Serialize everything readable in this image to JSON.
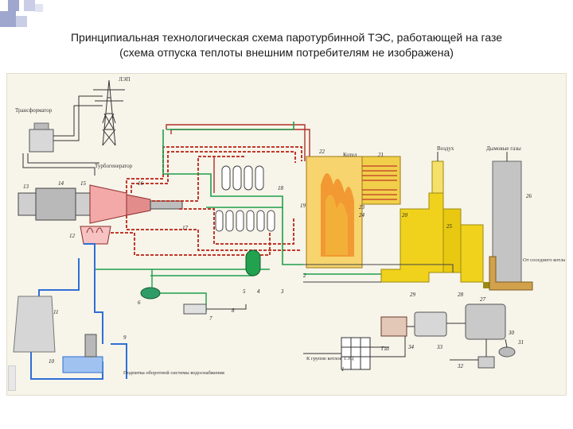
{
  "slide": {
    "title_line1": "Принципиальная технологическая схема паротурбинной ТЭС, работающей на газе",
    "title_line2": "(схема отпуска теплоты внешним потребителям не изображена)"
  },
  "diagram": {
    "labels": {
      "lep": "ЛЭП",
      "transformer": "Трансформатор",
      "turbogenerator": "Турбогенератор",
      "boiler": "Котел",
      "air": "Воздух",
      "flue_gases": "Дымовые газы",
      "from_neighbor_boiler": "От соседнего котла",
      "gas": "Газ",
      "to_boiler_groups": "К группе котлов ТЭЦ",
      "makeup_supply": "Подпитка оборотной системы водоснабжения"
    },
    "numbers": [
      "1",
      "2",
      "3",
      "4",
      "5",
      "6",
      "7",
      "8",
      "9",
      "10",
      "11",
      "12",
      "13",
      "14",
      "15",
      "16",
      "17",
      "18",
      "19",
      "20",
      "21",
      "22",
      "23",
      "24",
      "25",
      "26",
      "27",
      "28",
      "29",
      "30",
      "31",
      "32",
      "33",
      "34"
    ]
  },
  "colors": {
    "steam_red": "#c0392b",
    "water_green": "#1e9e4a",
    "gas_yellow": "#f0d21c",
    "cool_blue": "#2f6fd6",
    "structure": "#8a8a8a"
  }
}
